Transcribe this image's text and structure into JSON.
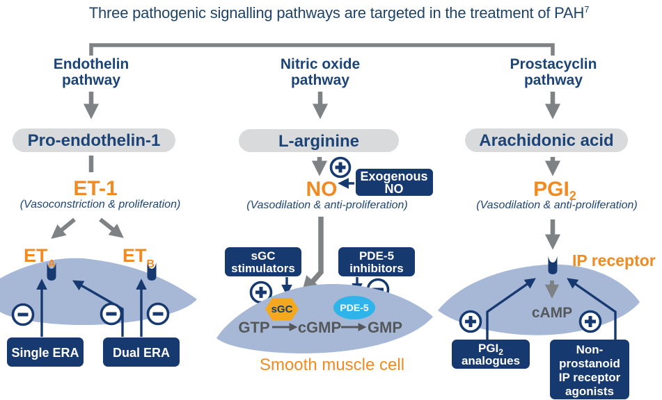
{
  "title": {
    "text": "Three pathogenic signalling pathways are targeted in the treatment of PAH",
    "sup": "7"
  },
  "colors": {
    "navy": "#163970",
    "heading_blue": "#1c4476",
    "orange": "#f08a21",
    "gray_arrow": "#7e8285",
    "pill_gray": "#d9dadb",
    "cell_blue": "#a6b8d6",
    "hexagon_amber": "#f3a81f",
    "pde5_cyan": "#2fb4e9",
    "dark_gray_text": "#55585a"
  },
  "endothelin": {
    "heading1": "Endothelin",
    "heading2": "pathway",
    "precursor": "Pro-endothelin-1",
    "mediator": "ET-1",
    "caption": "(Vasoconstriction & proliferation)",
    "receptor_a_base": "ET",
    "receptor_a_sub": "A",
    "receptor_b_base": "ET",
    "receptor_b_sub": "B",
    "single_era": "Single ERA",
    "dual_era": "Dual ERA"
  },
  "nitric_oxide": {
    "heading1": "Nitric oxide",
    "heading2": "pathway",
    "precursor": "L-arginine",
    "mediator": "NO",
    "caption": "(Vasodilation & anti-proliferation)",
    "exogenous1": "Exogenous",
    "exogenous2": "NO",
    "sgc_box1": "sGC",
    "sgc_box2": "stimulators",
    "pde5_box1": "PDE-5",
    "pde5_box2": "inhibitors",
    "sgc_enzyme": "sGC",
    "pde5_enzyme": "PDE-5",
    "gtp": "GTP",
    "cgmp": "cGMP",
    "gmp": "GMP",
    "cell_label": "Smooth muscle cell"
  },
  "prostacyclin": {
    "heading1": "Prostacyclin",
    "heading2": "pathway",
    "precursor": "Arachidonic acid",
    "mediator_base": "PGI",
    "mediator_sub": "2",
    "caption": "(Vasodilation & anti-proliferation)",
    "ip_receptor": "IP receptor",
    "camp": "cAMP",
    "pgi2_box_base": "PGI",
    "pgi2_box_sub": "2",
    "pgi2_box2": "analogues",
    "nonprost1": "Non-",
    "nonprost2": "prostanoid",
    "nonprost3": "IP receptor",
    "nonprost4": "agonists"
  }
}
